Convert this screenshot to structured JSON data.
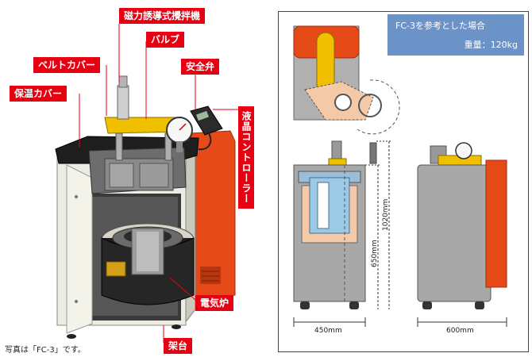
{
  "labels": {
    "stirrer": "磁力誘導式攪拌機",
    "valve": "バルブ",
    "belt_cover": "ベルトカバー",
    "safety_valve": "安全弁",
    "insulation_cover": "保温カバー",
    "lcd_controller": "液晶コントローラー",
    "furnace": "電気炉",
    "stand": "架台"
  },
  "caption": "写真は「FC-3」です。",
  "spec": {
    "title": "FC-3を参考とした場合",
    "weight": "重量：120kg"
  },
  "dimensions": {
    "width_front": "450mm",
    "width_side": "600mm",
    "height_total": "1020mm",
    "height_body": "650mm"
  },
  "colors": {
    "label_red": "#e60012",
    "info_blue": "#6b93c8",
    "furnace_red": "#e64a19",
    "valve_yellow": "#f0c000"
  }
}
